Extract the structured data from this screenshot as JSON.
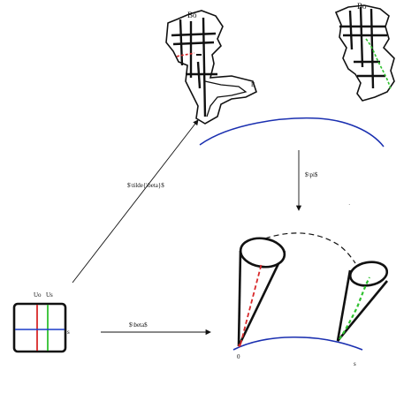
{
  "labels": {
    "tilde_beta": "$\\tilde{\\beta}$",
    "pi": "$\\pi$",
    "beta": "$\\beta$",
    "uo": "Uo",
    "us": "Us",
    "s_square": "s",
    "zero": "0",
    "s_base": "s",
    "top_left_bo": "Bo",
    "top_left_e": "E",
    "top_right_bo": "Bo",
    "small_mark": "˙"
  },
  "colors": {
    "ink": "#111111",
    "base_curve": "#1a2fb0",
    "red_line": "#d8282a",
    "green_line": "#2fc12f",
    "blue_line": "#1a3cc8",
    "dashed_link": "#111111"
  }
}
